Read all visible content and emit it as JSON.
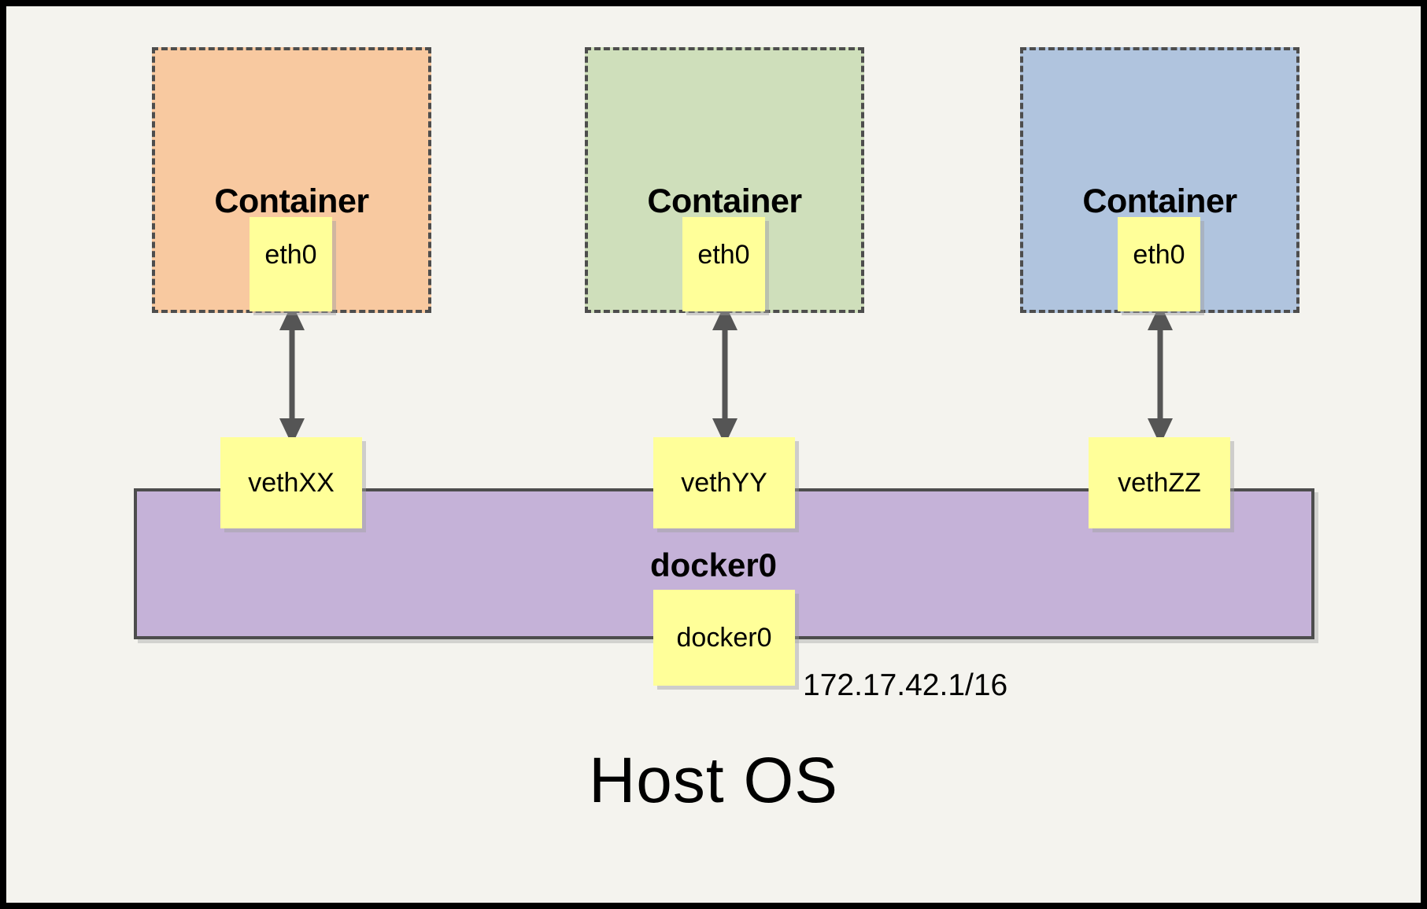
{
  "diagram": {
    "title": "Docker container networking with docker0 bridge",
    "background_color": "#f4f3ee",
    "frame_color": "#000000"
  },
  "containers": [
    {
      "label": "Container",
      "fill": "#f8c9a0",
      "border_color": "#4d4d4d",
      "interface": {
        "label": "eth0"
      },
      "veth": {
        "label": "vethXX"
      }
    },
    {
      "label": "Container",
      "fill": "#cfdfbb",
      "border_color": "#4d4d4d",
      "interface": {
        "label": "eth0"
      },
      "veth": {
        "label": "vethYY"
      }
    },
    {
      "label": "Container",
      "fill": "#b0c4de",
      "border_color": "#4d4d4d",
      "interface": {
        "label": "eth0"
      },
      "veth": {
        "label": "vethZZ"
      }
    }
  ],
  "bridge": {
    "label": "docker0",
    "node_label": "docker0",
    "ip_address": "172.17.42.1/16",
    "fill": "#c5b2d8",
    "border_color": "#4d4d4d"
  },
  "host": {
    "label": "Host OS"
  },
  "note_style": {
    "fill": "#ffff99",
    "shadow": "#a0a0a0"
  }
}
